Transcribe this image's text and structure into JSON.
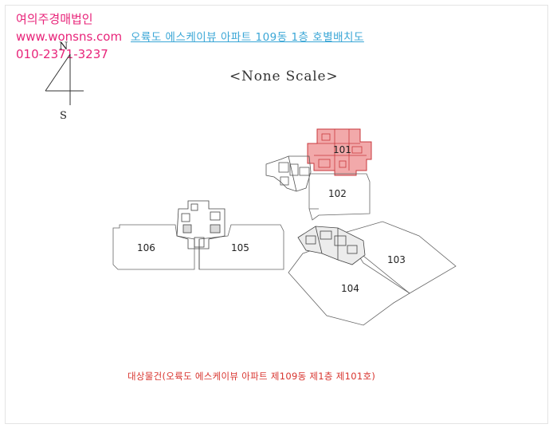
{
  "watermark": {
    "line1": "여의주경매법인",
    "line2": "www.wonsns.com",
    "line3": "010-2371-3237"
  },
  "title": "오륙도 에스케이뷰 아파트 109동 1층 호별배치도",
  "scale_note": "<None Scale>",
  "compass": {
    "north": "N",
    "south": "S"
  },
  "units": {
    "u101": "101",
    "u102": "102",
    "u103": "103",
    "u104": "104",
    "u105": "105",
    "u106": "106"
  },
  "caption": "대상물건(오륙도 에스케이뷰 아파트 제109동 제1층 제101호)",
  "colors": {
    "highlight": "#e8787a",
    "watermark": "#e8247a",
    "title": "#39a6d6",
    "caption": "#d8352f"
  }
}
